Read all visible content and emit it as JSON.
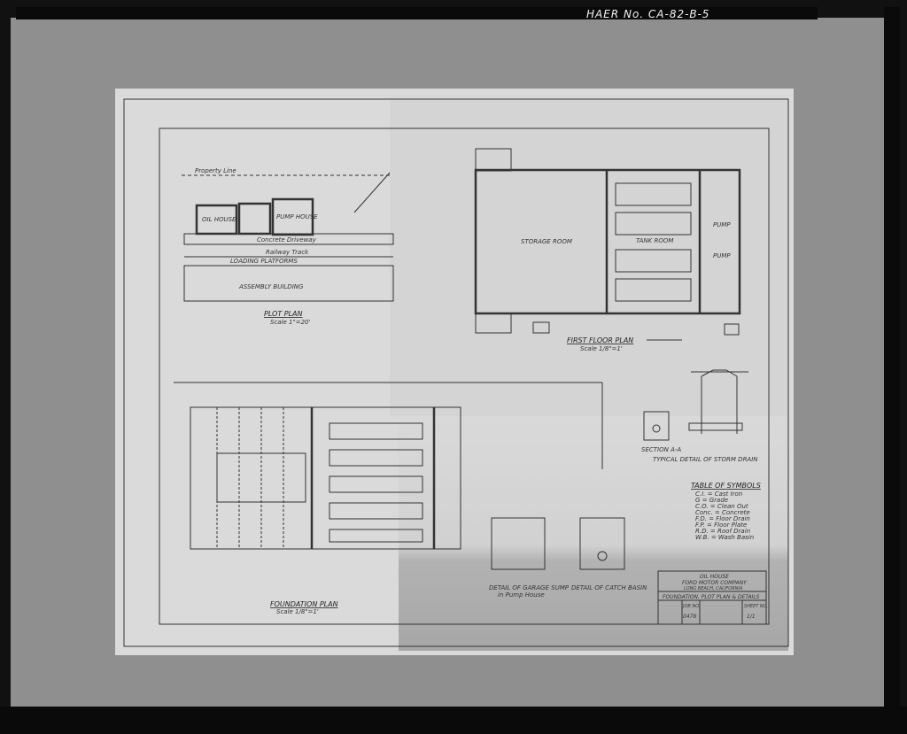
{
  "header": {
    "haer_number": "HAER No. CA-82-B-5"
  },
  "drawing": {
    "plot_plan": {
      "title": "PLOT PLAN",
      "scale": "Scale 1\"=20'",
      "labels": [
        "OIL HOUSE",
        "PUMP HOUSE",
        "LOADING PLATFORMS",
        "ASSEMBLY BUILDING",
        "Concrete Driveway",
        "Railway Track",
        "Property Line"
      ]
    },
    "first_floor_plan": {
      "title": "FIRST FLOOR PLAN",
      "scale": "Scale 1/8\"=1'",
      "rooms": [
        "STORAGE ROOM",
        "TANK ROOM",
        "PUMP",
        "PUMP"
      ]
    },
    "foundation_plan": {
      "title": "FOUNDATION PLAN",
      "scale": "Scale 1/8\"=1'"
    },
    "details": [
      {
        "title": "SECTION A-A"
      },
      {
        "title": "TYPICAL DETAIL OF STORM DRAIN"
      },
      {
        "title": "DETAIL OF GARAGE SUMP",
        "subtitle": "in Pump House"
      },
      {
        "title": "DETAIL OF CATCH BASIN"
      }
    ],
    "legend": {
      "title": "TABLE OF SYMBOLS",
      "items": [
        "C.I. = Cast Iron",
        "G = Grade",
        "C.O. = Clean Out",
        "Conc. = Concrete",
        "F.D. = Floor Drain",
        "F.P. = Floor Plate",
        "R.D. = Roof Drain",
        "W.B. = Wash Basin"
      ]
    },
    "title_block": {
      "line1": "OIL HOUSE",
      "line2": "FORD MOTOR COMPANY",
      "line3": "LONG BEACH, CALIFORNIA",
      "line4": "FOUNDATION, PLOT PLAN & DETAILS",
      "job_label": "JOB NO.",
      "job_number": "0478",
      "sheet_label": "SHEET NO.",
      "sheet_number": "1/1"
    }
  }
}
